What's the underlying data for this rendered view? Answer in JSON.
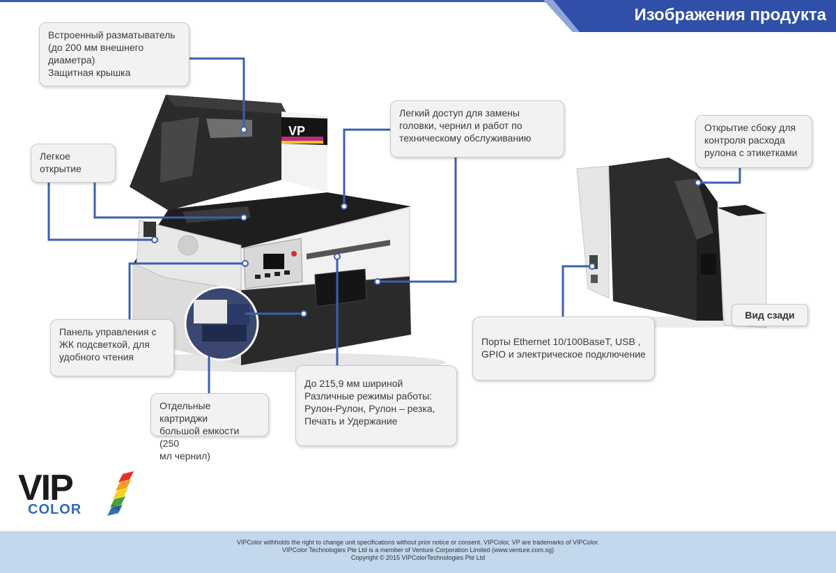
{
  "header": {
    "title": "Изображения продукта"
  },
  "callouts": {
    "unwinder": [
      "Встроенный разматыватель",
      "(до 200 мм внешнего",
      "диаметра)",
      "Защитная крышка"
    ],
    "easy_open": [
      "Легкое",
      "открытие"
    ],
    "access": [
      "Легкий доступ для замены",
      "головки, чернил и работ по",
      "техническому обслуживанию"
    ],
    "side_open": [
      "Открытие сбоку для",
      "контроля расхода",
      "рулона с этикетками"
    ],
    "panel": [
      "Панель управления с",
      "ЖК подсветкой, для",
      "удобного чтения"
    ],
    "cartridges": [
      "Отдельные картриджи",
      "большой емкости (250",
      "мл чернил)"
    ],
    "width": [
      "До 215,9 мм шириной",
      "Различные режимы работы:",
      "Рулон-Рулон, Рулон – резка,",
      "Печать и Удержание"
    ],
    "ports": [
      "Порты Ethernet 10/100BaseT, USB ,",
      "GPIO и электрическое подключение"
    ]
  },
  "rear_caption": "Вид сзади",
  "printer_badge": "VP",
  "logo": {
    "vip": "VIP",
    "color": "COLOR",
    "tm": "TM"
  },
  "footer": [
    "VIPColor withholds the right to change unit specifications without prior notice or consent. VIPColor, VP are trademarks of VIPColor.",
    "VIPColor Technologies Pte Ltd is a member of Venture Corporation Limited (www.venture.com.sg)",
    "Copyright © 2015 VIPColorTechnologies Pte Ltd"
  ],
  "colors": {
    "accent": "#3a5bb0",
    "banner": "#2f4fa8",
    "leader": "#3c5fb0",
    "footer_bg": "#c3d7ed"
  }
}
